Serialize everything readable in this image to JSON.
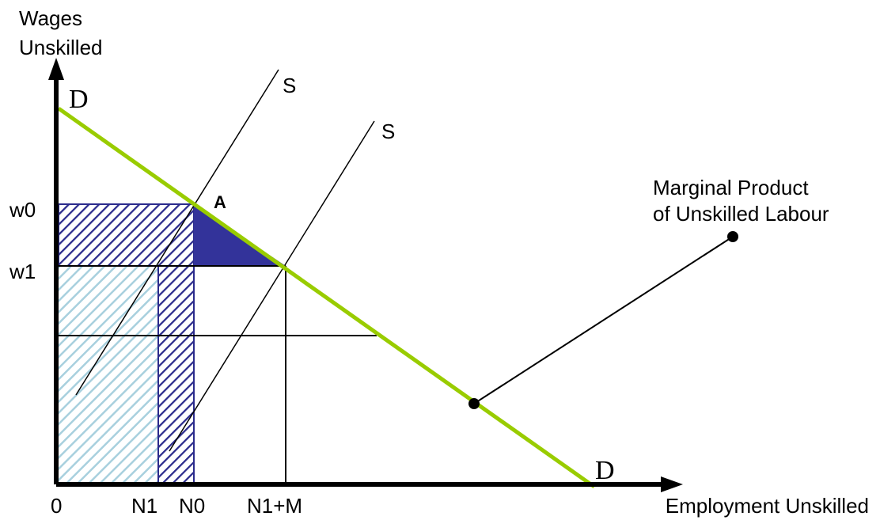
{
  "axes": {
    "y_label_line1": "Wages",
    "y_label_line2": "Unskilled",
    "x_label": "Employment Unskilled",
    "origin": "0"
  },
  "y_ticks": {
    "w0": "w0",
    "w1": "w1"
  },
  "x_ticks": {
    "n1": "N1",
    "n0": "N0",
    "n1m": "N1+M"
  },
  "curves": {
    "demand_top": "D",
    "demand_bottom": "D",
    "supply_1": "S",
    "supply_2": "S"
  },
  "points": {
    "a": "A"
  },
  "annotation": {
    "line1": "Marginal Product",
    "line2": "of Unskilled Labour"
  },
  "colors": {
    "demand_line": "#99cc00",
    "dark_hatch": "#2b2b8c",
    "light_hatch": "#a8d0de",
    "triangle_fill": "#33339a",
    "axis": "#000000"
  }
}
